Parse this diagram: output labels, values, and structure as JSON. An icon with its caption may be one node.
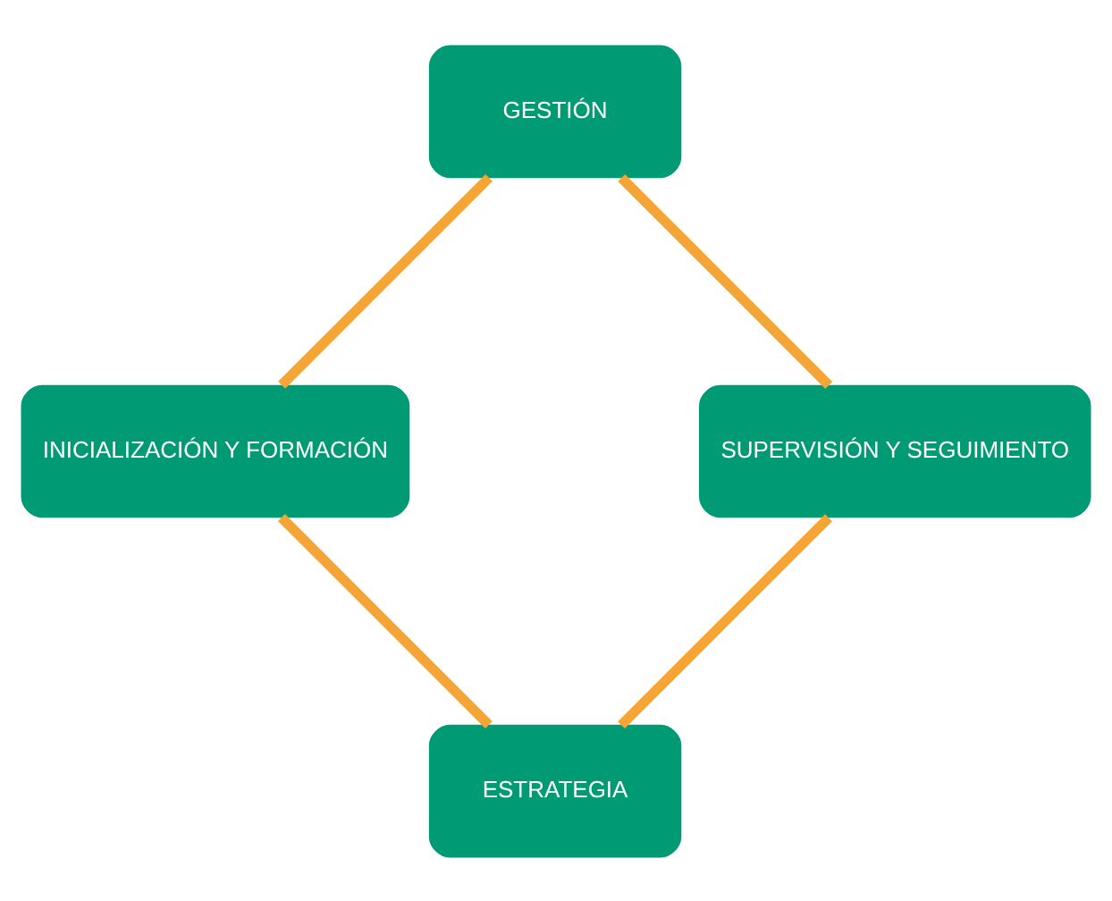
{
  "diagram": {
    "nodes": [
      {
        "text": [
          "ESTRATEGIA"
        ]
      },
      {
        "text": [
          "INICIALIZACIÓN Y FORMACIÓN"
        ]
      },
      {
        "text": [
          "GESTIÓN"
        ]
      },
      {
        "text": [
          "SUPERVISIÓN Y SEGUIMIENTO"
        ]
      }
    ],
    "edges": [
      {
        "from": 0,
        "to": 1,
        "arrow": "none"
      },
      {
        "from": 1,
        "to": 2,
        "arrow": "none"
      },
      {
        "from": 2,
        "to": 3,
        "arrow": "none"
      },
      {
        "from": 3,
        "to": 0,
        "arrow": "none"
      }
    ]
  }
}
